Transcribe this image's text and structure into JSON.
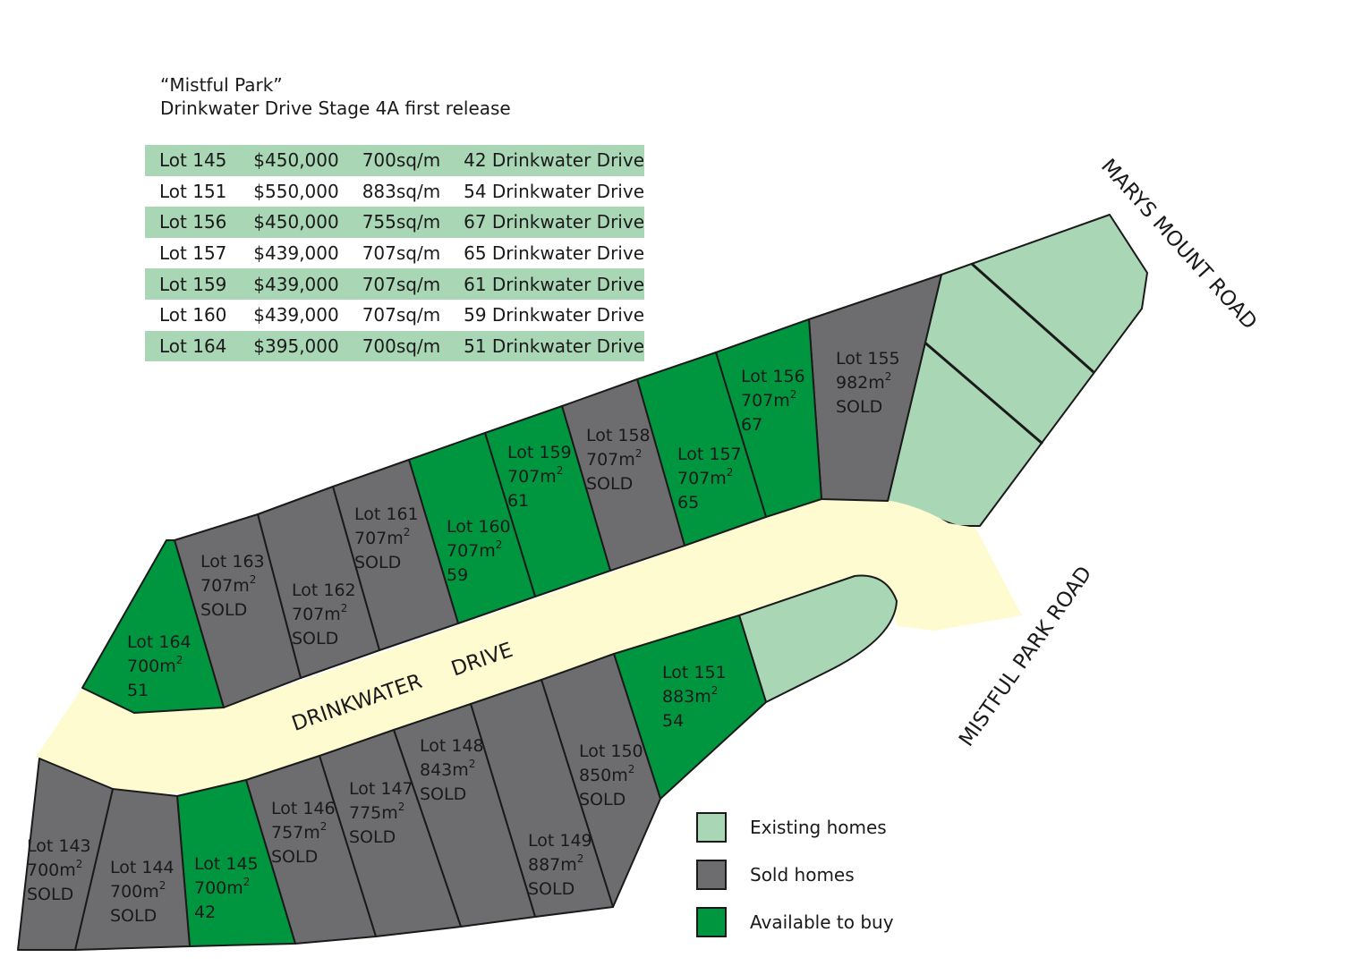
{
  "header": {
    "line1": "“Mistful Park”",
    "line2": "Drinkwater Drive Stage 4A first release"
  },
  "price_list": [
    {
      "lot": "Lot 145",
      "price": "$450,000",
      "size": "700sq/m",
      "address": "42 Drinkwater Drive"
    },
    {
      "lot": "Lot 151",
      "price": "$550,000",
      "size": "883sq/m",
      "address": "54 Drinkwater Drive"
    },
    {
      "lot": "Lot 156",
      "price": "$450,000",
      "size": "755sq/m",
      "address": "67 Drinkwater Drive"
    },
    {
      "lot": "Lot 157",
      "price": "$439,000",
      "size": "707sq/m",
      "address": "65 Drinkwater Drive"
    },
    {
      "lot": "Lot 159",
      "price": "$439,000",
      "size": "707sq/m",
      "address": "61 Drinkwater Drive"
    },
    {
      "lot": "Lot 160",
      "price": "$439,000",
      "size": "707sq/m",
      "address": "59 Drinkwater Drive"
    },
    {
      "lot": "Lot 164",
      "price": "$395,000",
      "size": "700sq/m",
      "address": "51 Drinkwater Drive"
    }
  ],
  "roads": {
    "drinkwater": "DRINKWATER     DRIVE",
    "marys_mount": "MARYS MOUNT ROAD",
    "mistful_park": "MISTFUL PARK ROAD"
  },
  "lots": {
    "l143": {
      "name": "Lot 143",
      "area": "700m",
      "status": "SOLD"
    },
    "l144": {
      "name": "Lot 144",
      "area": "700m",
      "status": "SOLD"
    },
    "l145": {
      "name": "Lot 145",
      "area": "700m",
      "status": "42"
    },
    "l146": {
      "name": "Lot 146",
      "area": "757m",
      "status": "SOLD"
    },
    "l147": {
      "name": "Lot 147",
      "area": "775m",
      "status": "SOLD"
    },
    "l148": {
      "name": "Lot 148",
      "area": "843m",
      "status": "SOLD"
    },
    "l149": {
      "name": "Lot 149",
      "area": "887m",
      "status": "SOLD"
    },
    "l150": {
      "name": "Lot 150",
      "area": "850m",
      "status": "SOLD"
    },
    "l151": {
      "name": "Lot 151",
      "area": "883m",
      "status": "54"
    },
    "l155": {
      "name": "Lot 155",
      "area": "982m",
      "status": "SOLD"
    },
    "l156": {
      "name": "Lot 156",
      "area": "707m",
      "status": "67"
    },
    "l157": {
      "name": "Lot 157",
      "area": "707m",
      "status": "65"
    },
    "l158": {
      "name": "Lot 158",
      "area": "707m",
      "status": "SOLD"
    },
    "l159": {
      "name": "Lot 159",
      "area": "707m",
      "status": "61"
    },
    "l160": {
      "name": "Lot 160",
      "area": "707m",
      "status": "59"
    },
    "l161": {
      "name": "Lot 161",
      "area": "707m",
      "status": "SOLD"
    },
    "l162": {
      "name": "Lot 162",
      "area": "707m",
      "status": "SOLD"
    },
    "l163": {
      "name": "Lot 163",
      "area": "707m",
      "status": "SOLD"
    },
    "l164": {
      "name": "Lot 164",
      "area": "700m",
      "status": "51"
    }
  },
  "area_superscript": "2",
  "legend": {
    "existing": "Existing homes",
    "sold": "Sold homes",
    "available": "Available to buy"
  },
  "colors": {
    "existing": "#a9d6b5",
    "sold": "#6d6d6f",
    "available": "#009640",
    "road": "#fffbd0",
    "outline": "#1a1a1a"
  }
}
